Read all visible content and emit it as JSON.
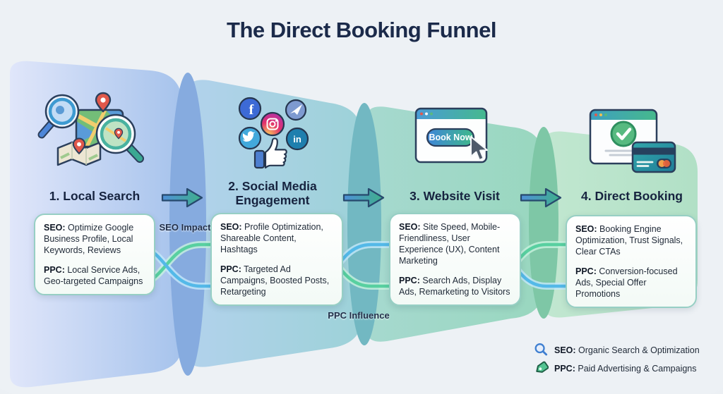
{
  "title": "The Direct Booking Funnel",
  "stages": [
    {
      "label": "1. Local Search",
      "icon": "local-search-map-magnifiers",
      "seo_label": "SEO:",
      "seo_text": "Optimize Google Business Profile, Local Keywords, Reviews",
      "ppc_label": "PPC:",
      "ppc_text": "Local Service Ads, Geo-targeted Campaigns"
    },
    {
      "label": "2. Social Media Engagement",
      "icon": "social-network-badges-thumbs-up",
      "facebook_glyph": "f",
      "linkedin_glyph": "in",
      "seo_label": "SEO:",
      "seo_text": "Profile Optimization, Shareable Content, Hashtags",
      "ppc_label": "PPC:",
      "ppc_text": "Targeted Ad Campaigns, Boosted Posts, Retargeting"
    },
    {
      "label": "3. Website Visit",
      "icon": "browser-book-now-cursor",
      "button_label": "Book Now",
      "seo_label": "SEO:",
      "seo_text": "Site Speed, Mobile-Friendliness, User Experience (UX), Content Marketing",
      "ppc_label": "PPC:",
      "ppc_text": "Search Ads, Display Ads, Remarketing to Visitors"
    },
    {
      "label": "4. Direct Booking",
      "icon": "browser-checkmark-credit-card",
      "seo_label": "SEO:",
      "seo_text": "Booking Engine Optimization, Trust Signals, Clear CTAs",
      "ppc_label": "PPC:",
      "ppc_text": "Conversion-focused Ads, Special Offer Promotions"
    }
  ],
  "flow_labels": {
    "seo_impact": "SEO Impact",
    "ppc_influence": "PPC Influence"
  },
  "legend": {
    "items": [
      {
        "icon": "magnifier-icon",
        "label": "SEO:",
        "text": "Organic Search & Optimization"
      },
      {
        "icon": "tag-icon",
        "label": "PPC:",
        "text": "Paid Advertising & Campaigns"
      }
    ]
  },
  "colors": {
    "background": "#edf1f5",
    "title_text": "#1b2a4a",
    "funnel_segment_1": "#aec8ee",
    "funnel_segment_2": "#a8d3dd",
    "funnel_segment_3": "#9fd8c4",
    "funnel_segment_4": "#b7e3ca",
    "ribbon_seo_green": "#58d0a0",
    "ribbon_ppc_blue": "#54b9e8",
    "arrow_gradient_start": "#4f90d8",
    "arrow_gradient_end": "#3fb08a",
    "card_border": "#97cfc4"
  }
}
